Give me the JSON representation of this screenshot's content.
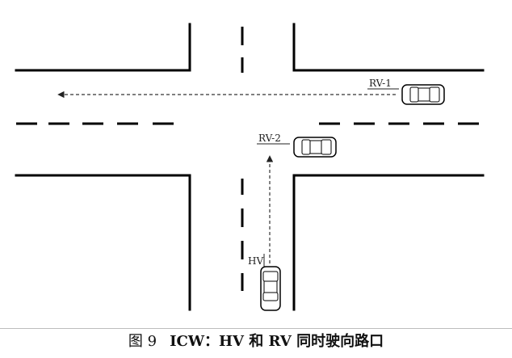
{
  "figure": {
    "vehicles": {
      "rv1": {
        "label": "RV-1"
      },
      "rv2": {
        "label": "RV-2"
      },
      "hv": {
        "label": "HV"
      }
    }
  },
  "caption": {
    "figure_number": "图 9",
    "text": "ICW：HV 和 RV 同时驶向路口"
  },
  "colors": {
    "line": "#000000",
    "path": "#333333"
  }
}
